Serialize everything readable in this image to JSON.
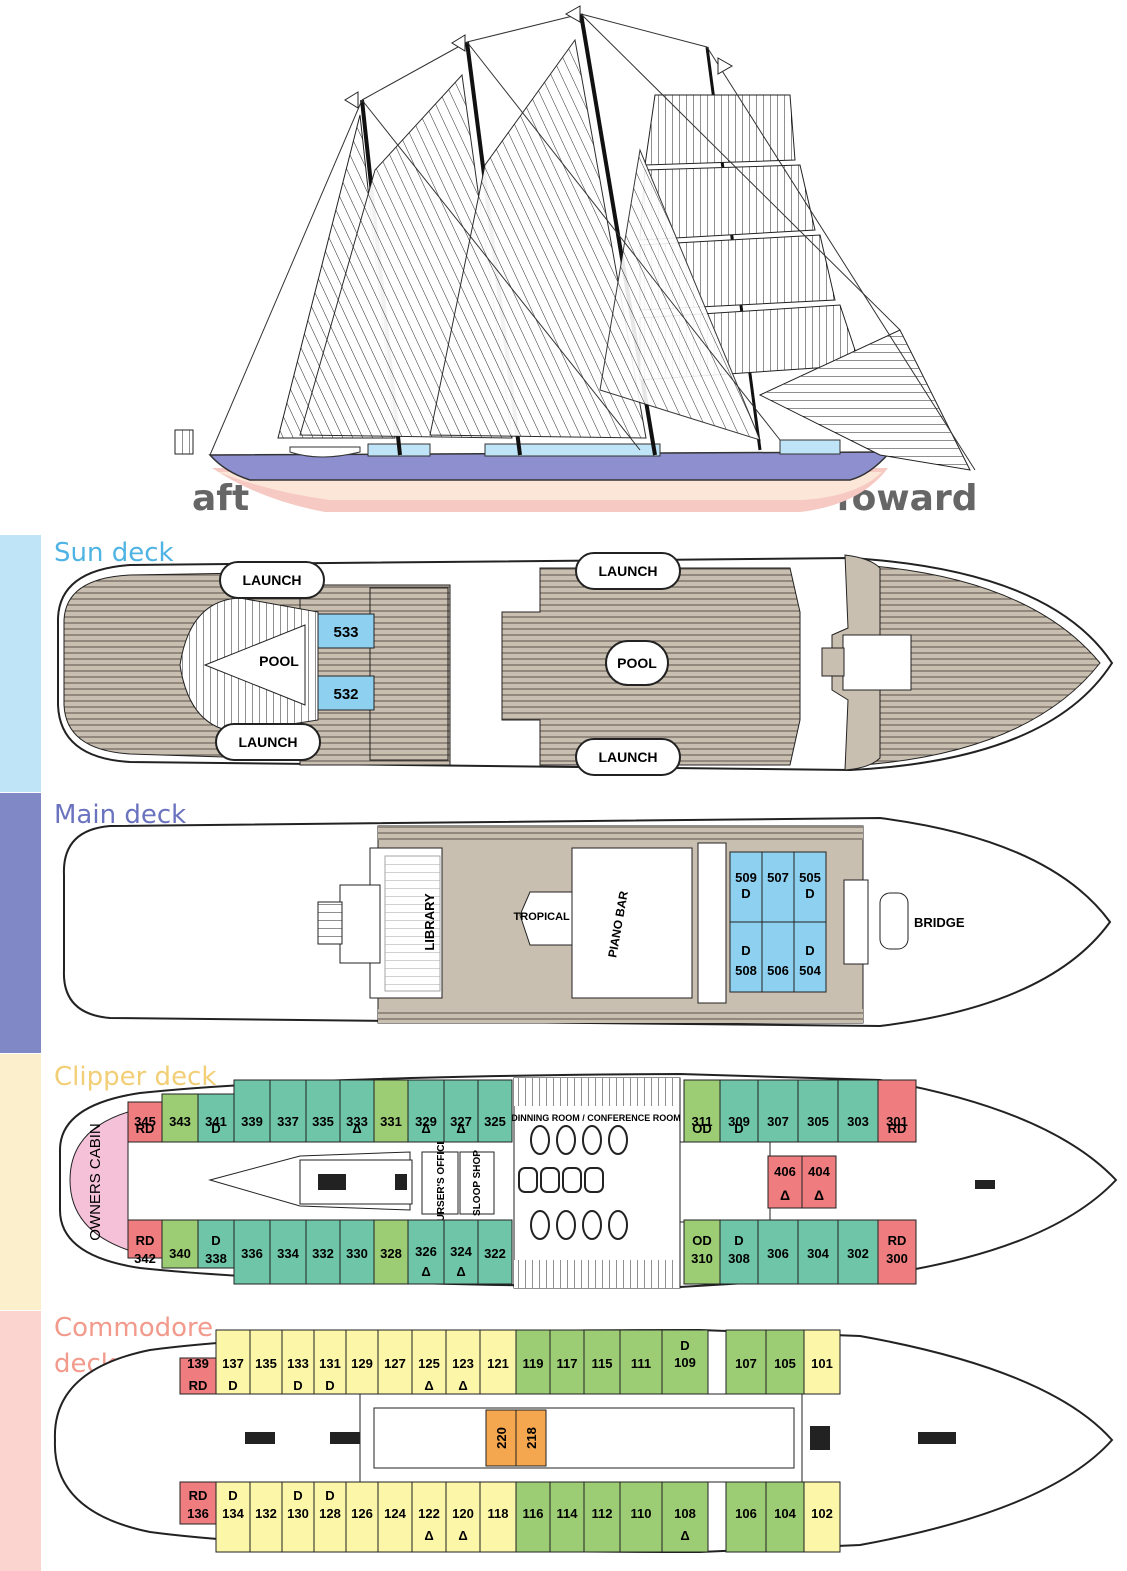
{
  "colors": {
    "sun": "#bfe4f7",
    "main": "#8088c6",
    "clipper": "#fbefcc",
    "commodore": "#fbd3cf",
    "sun_text": "#4fb3e3",
    "main_text": "#6b73bf",
    "clipper_text": "#f2cf76",
    "commodore_text": "#f29a8c",
    "teal": "#6fc5a7",
    "green": "#9ccc73",
    "yellow": "#fbf6a8",
    "red": "#ef7d7f",
    "pink": "#f4c1d9",
    "orange": "#f4a74f",
    "blue_cabin": "#8ed0ef",
    "deck_wood": "#c9bfb0",
    "hull_blue": "#8d8fcf"
  },
  "profile": {
    "aft_label": "aft",
    "forward_label": "foward"
  },
  "sun_deck": {
    "label": "Sun deck",
    "launches": [
      "LAUNCH",
      "LAUNCH",
      "LAUNCH",
      "LAUNCH"
    ],
    "pools": [
      "POOL",
      "POOL"
    ],
    "cabins": [
      "533",
      "532"
    ]
  },
  "main_deck": {
    "label": "Main deck",
    "venues": [
      "LIBRARY",
      "TROPICAL BAR",
      "PIANO BAR"
    ],
    "bridge": "BRIDGE",
    "cabins_top": [
      {
        "num": "509",
        "tag": "D"
      },
      {
        "num": "507",
        "tag": ""
      },
      {
        "num": "505",
        "tag": "D"
      }
    ],
    "cabins_bottom": [
      {
        "num": "508",
        "tag": "D"
      },
      {
        "num": "506",
        "tag": ""
      },
      {
        "num": "504",
        "tag": "D"
      }
    ]
  },
  "clipper_deck": {
    "label": "Clipper deck",
    "owners_cabin": "OWNERS CABIN",
    "dining": "DINNING ROOM / CONFERENCE ROOM",
    "pursers_office": "PURSER'S OFFICE",
    "sloop_shop": "SLOOP SHOP",
    "top": [
      {
        "num": "345",
        "tag": "RD",
        "color": "red"
      },
      {
        "num": "343",
        "tag": "",
        "color": "green"
      },
      {
        "num": "341",
        "tag": "D",
        "color": "teal"
      },
      {
        "num": "339",
        "tag": "",
        "color": "teal"
      },
      {
        "num": "337",
        "tag": "",
        "color": "teal"
      },
      {
        "num": "335",
        "tag": "",
        "color": "teal"
      },
      {
        "num": "333",
        "tag": "Δ",
        "color": "teal"
      },
      {
        "num": "331",
        "tag": "",
        "color": "green"
      },
      {
        "num": "329",
        "tag": "Δ",
        "color": "teal"
      },
      {
        "num": "327",
        "tag": "Δ",
        "color": "teal"
      },
      {
        "num": "325",
        "tag": "",
        "color": "teal"
      },
      {
        "num": "311",
        "tag": "OD",
        "color": "green"
      },
      {
        "num": "309",
        "tag": "D",
        "color": "teal"
      },
      {
        "num": "307",
        "tag": "",
        "color": "teal"
      },
      {
        "num": "305",
        "tag": "",
        "color": "teal"
      },
      {
        "num": "303",
        "tag": "",
        "color": "teal"
      },
      {
        "num": "301",
        "tag": "RD",
        "color": "red"
      }
    ],
    "bottom": [
      {
        "num": "342",
        "tag": "RD",
        "color": "red"
      },
      {
        "num": "340",
        "tag": "",
        "color": "green"
      },
      {
        "num": "338",
        "tag": "D",
        "color": "teal"
      },
      {
        "num": "336",
        "tag": "",
        "color": "teal"
      },
      {
        "num": "334",
        "tag": "",
        "color": "teal"
      },
      {
        "num": "332",
        "tag": "",
        "color": "teal"
      },
      {
        "num": "330",
        "tag": "",
        "color": "teal"
      },
      {
        "num": "328",
        "tag": "",
        "color": "green"
      },
      {
        "num": "326",
        "tag": "Δ",
        "color": "teal"
      },
      {
        "num": "324",
        "tag": "Δ",
        "color": "teal"
      },
      {
        "num": "322",
        "tag": "",
        "color": "teal"
      },
      {
        "num": "310",
        "tag": "OD",
        "color": "green"
      },
      {
        "num": "308",
        "tag": "D",
        "color": "teal"
      },
      {
        "num": "306",
        "tag": "",
        "color": "teal"
      },
      {
        "num": "304",
        "tag": "",
        "color": "teal"
      },
      {
        "num": "302",
        "tag": "",
        "color": "teal"
      },
      {
        "num": "300",
        "tag": "RD",
        "color": "red"
      }
    ],
    "inner": [
      {
        "num": "406",
        "tag": "Δ",
        "color": "red"
      },
      {
        "num": "404",
        "tag": "Δ",
        "color": "red"
      }
    ]
  },
  "commodore_deck": {
    "label": "Commodore deck",
    "top": [
      {
        "num": "139",
        "tag": "RD",
        "color": "red"
      },
      {
        "num": "137",
        "tag": "D",
        "color": "yellow"
      },
      {
        "num": "135",
        "tag": "",
        "color": "yellow"
      },
      {
        "num": "133",
        "tag": "D",
        "color": "yellow"
      },
      {
        "num": "131",
        "tag": "D",
        "color": "yellow"
      },
      {
        "num": "129",
        "tag": "",
        "color": "yellow"
      },
      {
        "num": "127",
        "tag": "",
        "color": "yellow"
      },
      {
        "num": "125",
        "tag": "Δ",
        "color": "yellow"
      },
      {
        "num": "123",
        "tag": "Δ",
        "color": "yellow"
      },
      {
        "num": "121",
        "tag": "",
        "color": "yellow"
      },
      {
        "num": "119",
        "tag": "",
        "color": "green"
      },
      {
        "num": "117",
        "tag": "",
        "color": "green"
      },
      {
        "num": "115",
        "tag": "",
        "color": "green"
      },
      {
        "num": "111",
        "tag": "",
        "color": "green"
      },
      {
        "num": "109",
        "tag": "D",
        "color": "green"
      },
      {
        "num": "107",
        "tag": "",
        "color": "green"
      },
      {
        "num": "105",
        "tag": "",
        "color": "green"
      },
      {
        "num": "101",
        "tag": "",
        "color": "yellow"
      }
    ],
    "bottom": [
      {
        "num": "136",
        "tag": "RD",
        "color": "red"
      },
      {
        "num": "134",
        "tag": "D",
        "color": "yellow"
      },
      {
        "num": "132",
        "tag": "",
        "color": "yellow"
      },
      {
        "num": "130",
        "tag": "D",
        "color": "yellow"
      },
      {
        "num": "128",
        "tag": "D",
        "color": "yellow"
      },
      {
        "num": "126",
        "tag": "",
        "color": "yellow"
      },
      {
        "num": "124",
        "tag": "",
        "color": "yellow"
      },
      {
        "num": "122",
        "tag": "Δ",
        "color": "yellow"
      },
      {
        "num": "120",
        "tag": "Δ",
        "color": "yellow"
      },
      {
        "num": "118",
        "tag": "",
        "color": "yellow"
      },
      {
        "num": "116",
        "tag": "",
        "color": "green"
      },
      {
        "num": "114",
        "tag": "",
        "color": "green"
      },
      {
        "num": "112",
        "tag": "",
        "color": "green"
      },
      {
        "num": "110",
        "tag": "",
        "color": "green"
      },
      {
        "num": "108",
        "tag": "Δ",
        "color": "green"
      },
      {
        "num": "106",
        "tag": "",
        "color": "green"
      },
      {
        "num": "104",
        "tag": "",
        "color": "green"
      },
      {
        "num": "102",
        "tag": "",
        "color": "yellow"
      }
    ],
    "inner": [
      {
        "num": "220",
        "color": "orange"
      },
      {
        "num": "218",
        "color": "orange"
      }
    ]
  }
}
